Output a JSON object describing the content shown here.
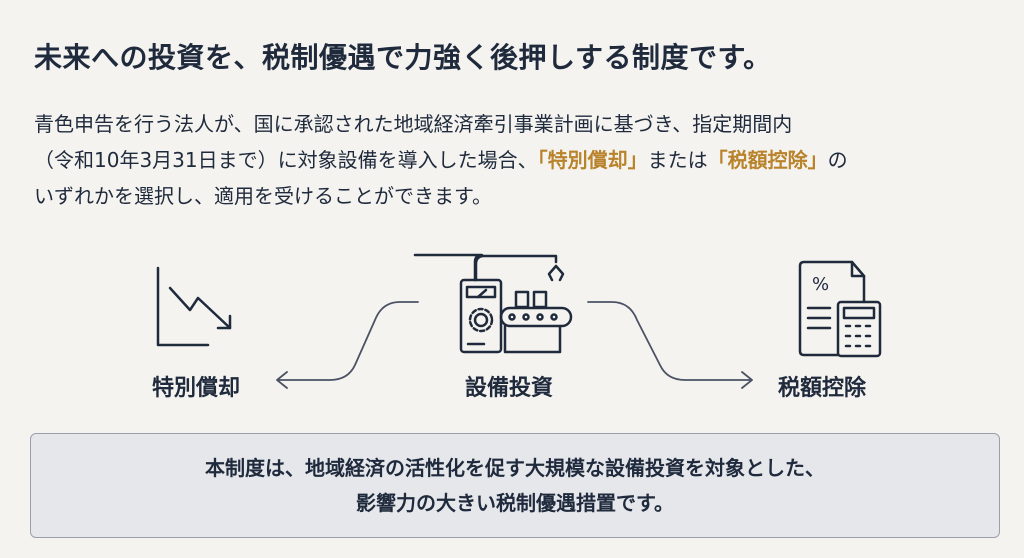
{
  "title": "未来への投資を、税制優遇で力強く後押しする制度です。",
  "paragraph": {
    "line1": "青色申告を行う法人が、国に承認された地域経済牽引事業計画に基づき、指定期間内",
    "line2_pre": "（令和10年3月31日まで）に対象設備を導入した場合、",
    "highlight1": "「特別償却」",
    "line2_mid": "または",
    "highlight2": "「税額控除」",
    "line2_post": "の",
    "line3": "いずれかを選択し、適用を受けることができます。"
  },
  "diagram": {
    "left_label": "特別償却",
    "center_label": "設備投資",
    "right_label": "税額控除",
    "left_icon": "declining-chart-icon",
    "center_icon": "factory-machine-icon",
    "right_icon": "tax-document-calculator-icon"
  },
  "summary": {
    "line1": "本制度は、地域経済の活性化を促す大規模な設備投資を対象とした、",
    "line2": "影響力の大きい税制優遇措置です。"
  },
  "colors": {
    "text": "#1f2a3c",
    "accent": "#b9832c",
    "background": "#f5f3ef"
  }
}
